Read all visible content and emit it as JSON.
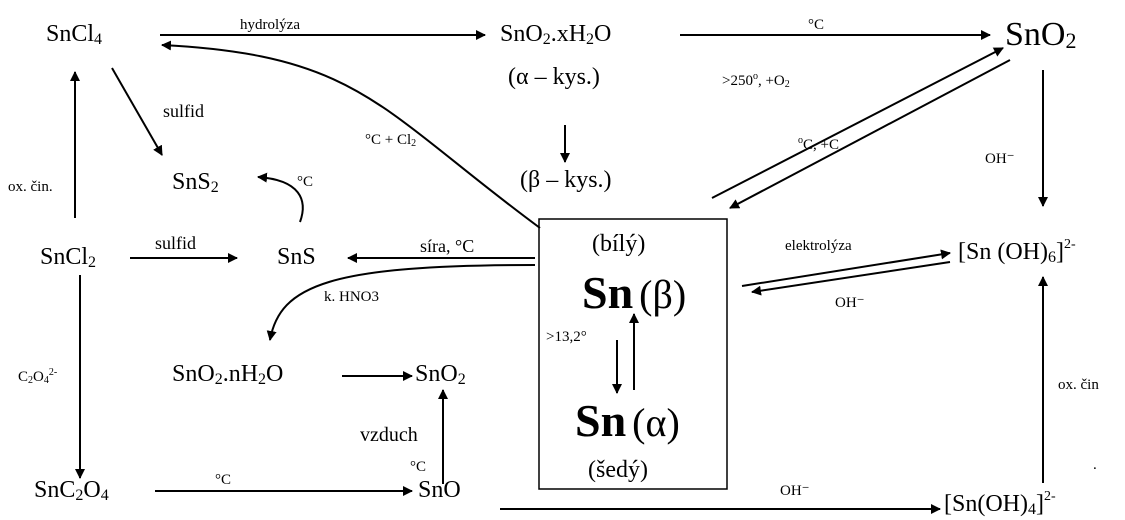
{
  "nodes": {
    "sncl4": {
      "f": "SnCl",
      "s": "4"
    },
    "snxh2o": {
      "a": "SnO",
      "b": "2",
      "c": ".xH",
      "d": "2",
      "e": "O"
    },
    "alpha_acid": "(α – kys.)",
    "beta_acid": "(β – kys.)",
    "sno2_top": {
      "a": "SnO",
      "b": "2"
    },
    "sns2": {
      "a": "SnS",
      "b": "2"
    },
    "sncl2": {
      "a": "SnCl",
      "b": "2"
    },
    "sns": "SnS",
    "snoh6": {
      "a": "[Sn (OH)",
      "b": "6",
      "c": "]",
      "d": "2-"
    },
    "sno2nh2o": {
      "a": "SnO",
      "b": "2",
      "c": ".nH",
      "d": "2",
      "e": "O"
    },
    "sno2_mid": {
      "a": "SnO",
      "b": "2"
    },
    "snc2o4": {
      "a": "SnC",
      "b": "2",
      "c": "O",
      "d": "4"
    },
    "sno": "SnO",
    "snoh4": {
      "a": "[Sn(OH)",
      "b": "4",
      "c": "]",
      "d": "2-"
    },
    "white": "(bílý)",
    "gray": "(šedý)",
    "sn_beta": {
      "sym": "Sn",
      "form": "(β)"
    },
    "sn_alpha": {
      "sym": "Sn",
      "form": "(α)"
    }
  },
  "labels": {
    "hydrolysis": "hydrolýza",
    "deg_c": "°C",
    "sulfid1": "sulfid",
    "sulfid2": "sulfid",
    "ox_cin_left": "ox. čin.",
    "ox_cin_right": "ox. čin",
    "cl2": {
      "a": "°C   + Cl",
      "b": "2"
    },
    "gt250": {
      "a": ">250",
      "b": "o",
      "c": ", +O",
      "d": "2"
    },
    "c_plus_c": {
      "a": "o",
      "b": "C, +C"
    },
    "oh_top": "OH⁻",
    "sns_deg": "°C",
    "sira": "síra, °C",
    "elektrolyza": "elektrolýza",
    "oh_mid": "OH⁻",
    "khno3": "k. HNO3",
    "oxalate": {
      "a": "C",
      "b": "2",
      "c": "O",
      "d": "4",
      "e": "2-"
    },
    "gt13": ">13,2°",
    "vzduch": "vzduch",
    "vzduch_deg": "°C",
    "snc2o4_deg": "°C",
    "oh_bottom": "OH⁻",
    "dot": "."
  }
}
